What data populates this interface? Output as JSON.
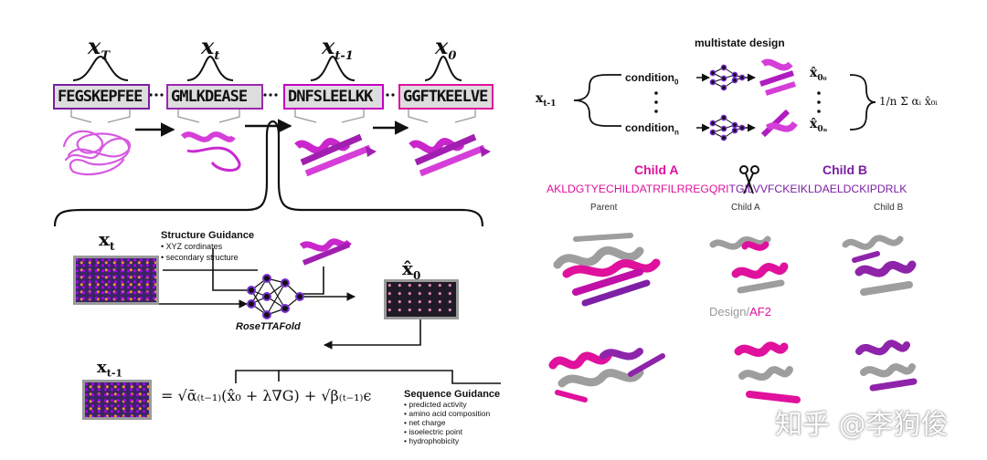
{
  "left": {
    "states": [
      "x",
      "x",
      "x",
      "x"
    ],
    "state_subs": [
      "T",
      "t",
      "t-1",
      "0"
    ],
    "sequences": [
      "FEGSKEPFEE",
      "GMLKDEASE",
      "DNFSLEELKK",
      "GGFTKEELVE"
    ],
    "structure_guidance": {
      "title": "Structure Guidance",
      "items": [
        "XYZ cordinates",
        "secondary structure"
      ]
    },
    "network_label": "RoseTTAFold",
    "xt_label": "x",
    "xt_sub": "t",
    "x0hat_label": "x̂",
    "x0hat_sub": "0",
    "xtm1_label": "x",
    "xtm1_sub": "t-1",
    "equation": "= √ᾱ₍ₜ₋₁₎(x̂₀ + λ∇G) + √β₍ₜ₋₁₎ϵ",
    "sequence_guidance": {
      "title": "Sequence Guidance",
      "items": [
        "predicted activity",
        "amino acid composition",
        "net charge",
        "isoelectric point",
        "hydrophobicity"
      ]
    }
  },
  "right": {
    "title": "multistate design",
    "input_label": "x",
    "input_sub": "t-1",
    "condition_top": "condition",
    "condition_top_sub": "0",
    "condition_bottom": "condition",
    "condition_bottom_sub": "n",
    "out_top": "x̂",
    "out_top_sub": "0₀",
    "out_bottom": "x̂",
    "out_bottom_sub": "0ₙ",
    "sum": "1/n Σ αᵢ x̂₀ᵢ",
    "child_a": "Child A",
    "child_b": "Child B",
    "seq_a": "AKLDGTYECHILDATRFILRREGQRI",
    "seq_b": "TGILVVFCKEIKLDAELDCKIPDRLK",
    "col_labels": [
      "Parent",
      "Child A",
      "Child B"
    ],
    "legend_design": "Design",
    "legend_sep": "/",
    "legend_af2": "AF2"
  },
  "watermark": "知乎 @李狗俊",
  "colors": {
    "magenta": "#e0119d",
    "purple": "#7b1fa2",
    "violet": "#c400c4",
    "gray": "#a8a8a8"
  }
}
